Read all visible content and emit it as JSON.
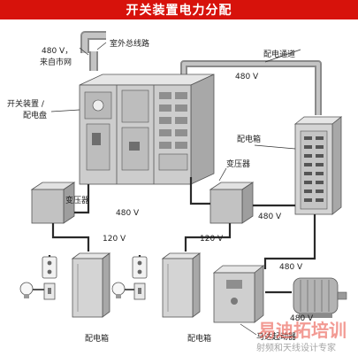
{
  "title": "开关装置电力分配",
  "labels": {
    "outdoor_line": "室外总线路",
    "utility_voltage": "480 V，",
    "utility_source": "来自市网",
    "switchgear_1": "开关装置 /",
    "switchgear_2": "配电盘",
    "distribution_channel": "配电通道",
    "feed_voltage_top": "480 V",
    "panel_right": "配电箱",
    "transformer_left": "变压器",
    "transformer_right": "变压器",
    "v480_left": "480 V",
    "v480_right": "480 V",
    "v120_left": "120 V",
    "v120_right": "120 V",
    "v480_motor": "480 V",
    "v480_bottom": "480 V",
    "motor_starter": "马达起动器",
    "panel_bottom_left": "配电箱",
    "panel_bottom_mid": "配电箱"
  },
  "watermark": {
    "main": "易迪拓培训",
    "sub": "射频和天线设计专家"
  },
  "colors": {
    "title_bar": "#d7120b",
    "conduit": "#9a9a9a",
    "cable": "#2a2a2a",
    "cabinet": "#c9c9c9",
    "transformer": "#bdbdbd"
  }
}
